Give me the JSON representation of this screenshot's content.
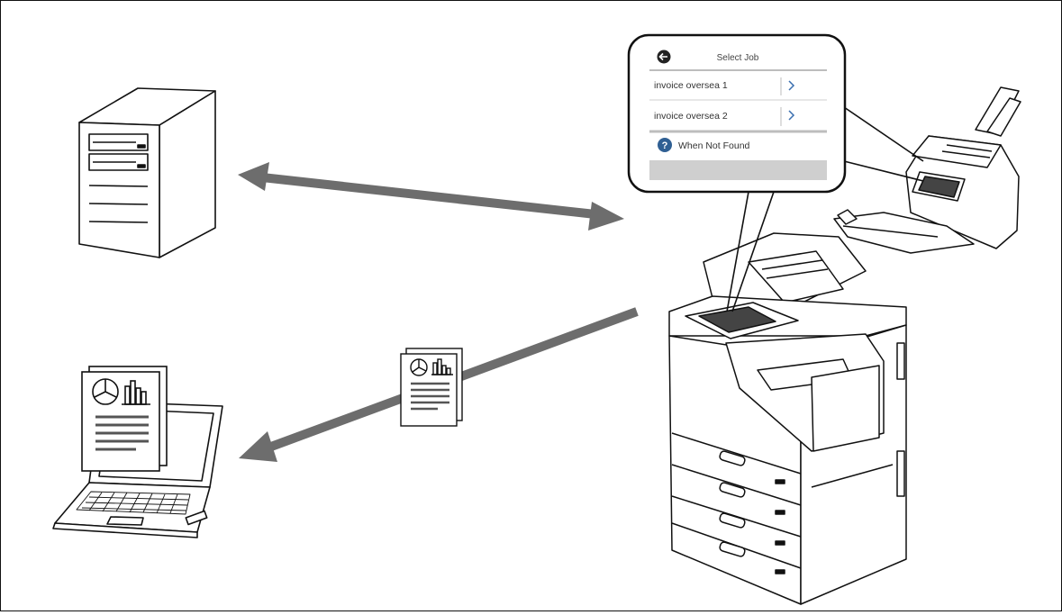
{
  "panel": {
    "title": "Select Job",
    "items": [
      {
        "label": "invoice oversea 1"
      },
      {
        "label": "invoice oversea 2"
      }
    ],
    "help_label": "When Not Found",
    "back_icon": "back-arrow-icon",
    "chevron_icon": "chevron-right-icon",
    "help_icon": "question-mark-icon"
  },
  "colors": {
    "arrow": "#6d6d6d",
    "help_badge": "#2f5f93",
    "panel_footer": "#cfcfcf",
    "chevron": "#3b6fb0"
  }
}
